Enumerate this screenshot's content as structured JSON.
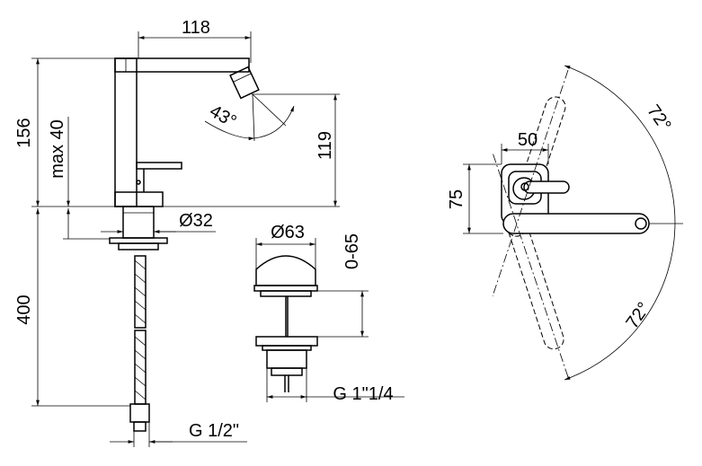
{
  "dimensions": {
    "spout_reach": "118",
    "total_height": "156",
    "max_deck": "max 40",
    "spray_angle": "43°",
    "spout_height": "119",
    "shank_diameter": "Ø32",
    "hose_length": "400",
    "hose_thread": "G 1/2\"",
    "waste_diameter": "Ø63",
    "waste_range": "0-65",
    "waste_thread": "G 1\"1/4",
    "plate_width": "50",
    "plate_height": "75",
    "lever_angle_up": "72°",
    "lever_angle_down": "72°"
  }
}
